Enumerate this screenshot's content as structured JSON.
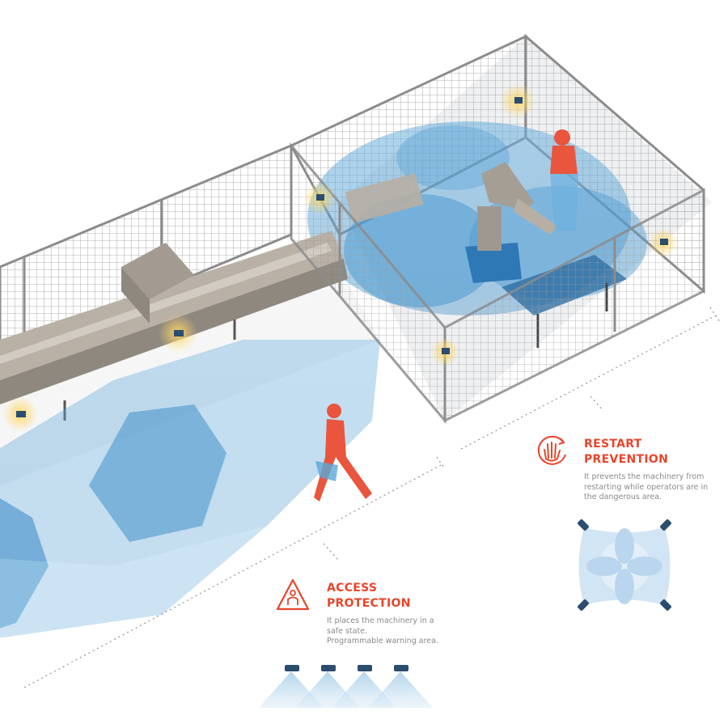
{
  "access_protection": {
    "title_line1": "ACCESS",
    "title_line2": "PROTECTION",
    "desc_line1": "It places the machinery in a",
    "desc_line2": "safe state.",
    "desc_line3": "Programmable warning area.",
    "icon": "warning-person-icon"
  },
  "restart_prevention": {
    "title_line1": "RESTART",
    "title_line2": "PREVENTION",
    "desc_line1": "It prevents the machinery from",
    "desc_line2": "restarting while operators are in",
    "desc_line3": "the dangerous area.",
    "icon": "stop-hand-icon"
  },
  "colors": {
    "accent": "#e8452c",
    "zone": "#5aa8d8",
    "fence": "#8c8c8c",
    "machine": "#b7afa4",
    "sensor": "#2b4d6e"
  }
}
